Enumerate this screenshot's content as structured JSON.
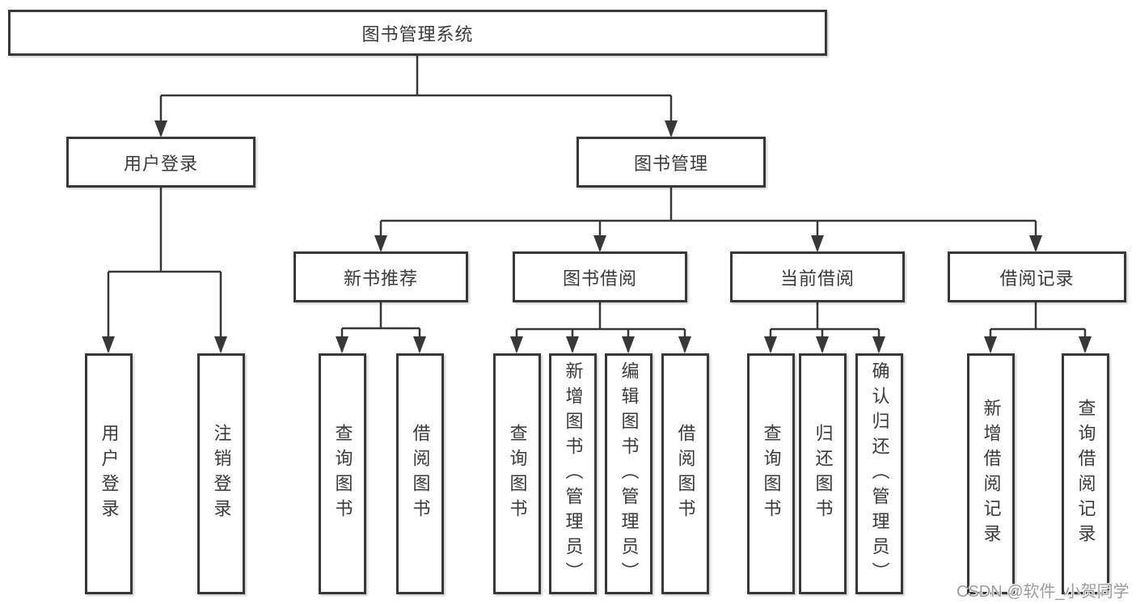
{
  "watermark": "CSDN @软件_小贺同学",
  "nodes": {
    "root": "图书管理系统",
    "user_login": "用户登录",
    "book_mgmt": "图书管理",
    "new_book_rec": "新书推荐",
    "book_borrow": "图书借阅",
    "current_borrow": "当前借阅",
    "borrow_records": "借阅记录",
    "ul_user_login": "用户登录",
    "ul_logout": "注销登录",
    "nbr_query_book": "查询图书",
    "nbr_borrow_book": "借阅图书",
    "bb_query_book": "查询图书",
    "bb_add_book": "新增图书（管理员）",
    "bb_edit_book": "编辑图书（管理员）",
    "bb_borrow_book": "借阅图书",
    "cb_query_book": "查询图书",
    "cb_return_book": "归还图书",
    "cb_confirm_return": "确认归还（管理员）",
    "br_add_record": "新增借阅记录",
    "br_query_record": "查询借阅记录"
  },
  "hierarchy": {
    "root": [
      "user_login",
      "book_mgmt"
    ],
    "user_login": [
      "ul_user_login",
      "ul_logout"
    ],
    "book_mgmt": [
      "new_book_rec",
      "book_borrow",
      "current_borrow",
      "borrow_records"
    ],
    "new_book_rec": [
      "nbr_query_book",
      "nbr_borrow_book"
    ],
    "book_borrow": [
      "bb_query_book",
      "bb_add_book",
      "bb_edit_book",
      "bb_borrow_book"
    ],
    "current_borrow": [
      "cb_query_book",
      "cb_return_book",
      "cb_confirm_return"
    ],
    "borrow_records": [
      "br_add_record",
      "br_query_record"
    ]
  }
}
